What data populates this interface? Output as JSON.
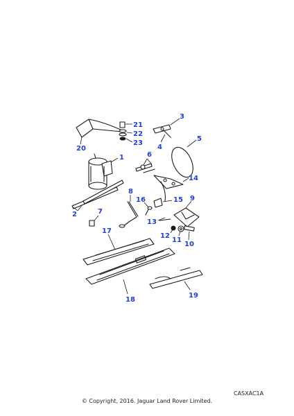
{
  "callouts": {
    "c1": "1",
    "c2": "2",
    "c3": "3",
    "c4": "4",
    "c5": "5",
    "c6": "6",
    "c7": "7",
    "c8": "8",
    "c9": "9",
    "c10": "10",
    "c11": "11",
    "c12": "12",
    "c13": "13",
    "c14": "14",
    "c15": "15",
    "c16": "16",
    "c17": "17",
    "c18": "18",
    "c19": "19",
    "c20": "20",
    "c21": "21",
    "c22": "22",
    "c23": "23"
  },
  "colors": {
    "callout": "#1f3fd6",
    "line": "#1a1a1a"
  },
  "reference_code": "CASXAC1A",
  "copyright": "© Copyright, 2016. Jaguar Land Rover Limited."
}
